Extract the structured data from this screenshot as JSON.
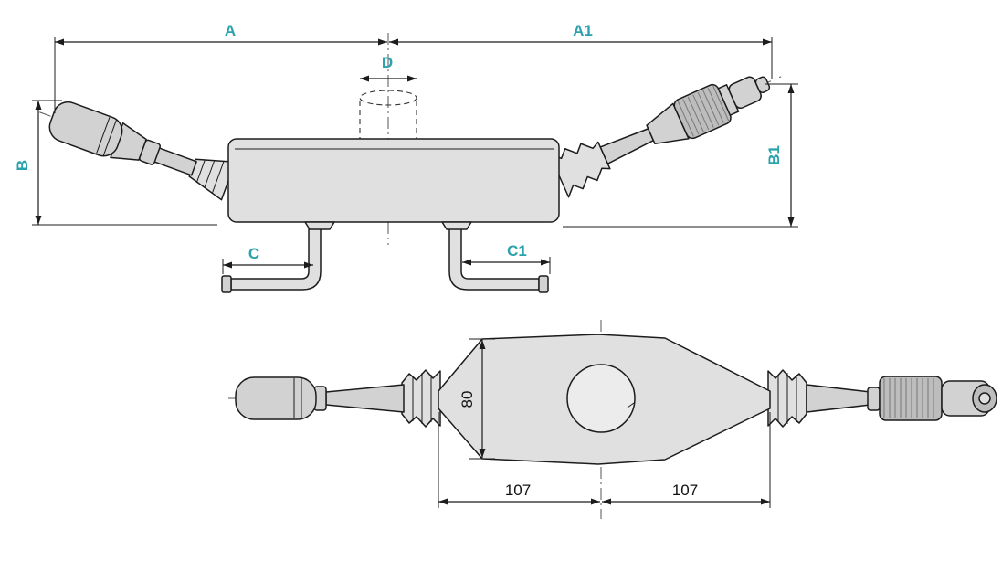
{
  "drawing": {
    "accent_color": "#2aa2ad",
    "line_color": "#1c1c1c",
    "side_view": {
      "dim_A": "A",
      "dim_A1": "A1",
      "dim_B": "B",
      "dim_B1": "B1",
      "dim_C": "C",
      "dim_C1": "C1",
      "dim_D": "D"
    },
    "plan_view": {
      "dim_width": "80",
      "dim_left": "107",
      "dim_right": "107"
    }
  }
}
